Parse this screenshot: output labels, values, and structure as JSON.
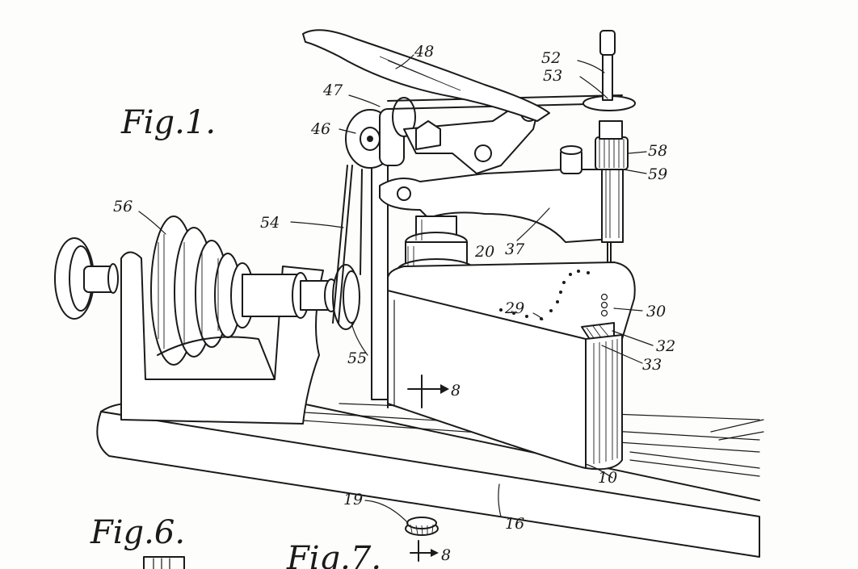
{
  "figures": {
    "fig1": "Fig.1.",
    "fig6": "Fig.6.",
    "fig7": "Fig.7."
  },
  "refs": {
    "r48": "48",
    "r47": "47",
    "r46": "46",
    "r52": "52",
    "r53": "53",
    "r58": "58",
    "r59": "59",
    "r56": "56",
    "r54": "54",
    "r37": "37",
    "r20": "20",
    "r29": "29",
    "r30": "30",
    "r32": "32",
    "r33": "33",
    "r55": "55",
    "r8a": "8",
    "r10": "10",
    "r19": "19",
    "r8b": "8",
    "r16": "16"
  },
  "colors": {
    "ink": "#1a1a1a",
    "paper": "#fdfdfb"
  }
}
